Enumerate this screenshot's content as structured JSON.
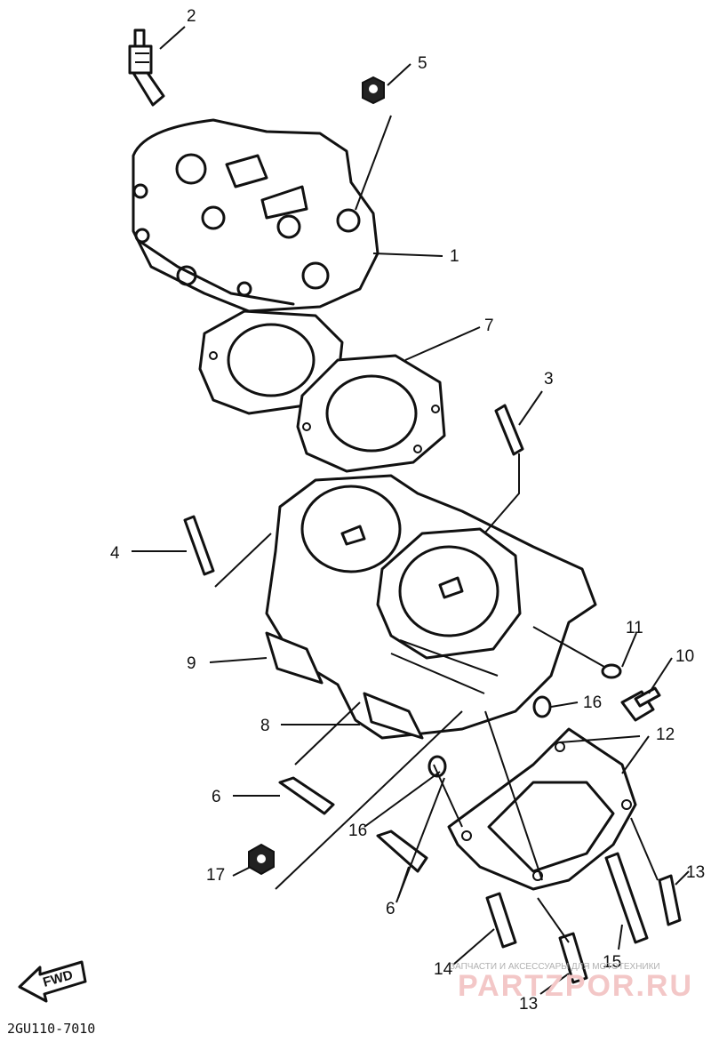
{
  "callouts": {
    "c1": "1",
    "c2": "2",
    "c3": "3",
    "c4": "4",
    "c5": "5",
    "c6a": "6",
    "c6b": "6",
    "c7": "7",
    "c8": "8",
    "c9": "9",
    "c10": "10",
    "c11": "11",
    "c12": "12",
    "c13a": "13",
    "c13b": "13",
    "c14": "14",
    "c15": "15",
    "c16a": "16",
    "c16b": "16",
    "c17": "17"
  },
  "direction_label": "FWD",
  "part_code": "2GU110-7010",
  "watermark": {
    "tagline": "ЗАПЧАСТИ И АКСЕССУАРЫ ДЛЯ МОТОТЕХНИКИ",
    "brand": "PARTZPOR.RU"
  }
}
